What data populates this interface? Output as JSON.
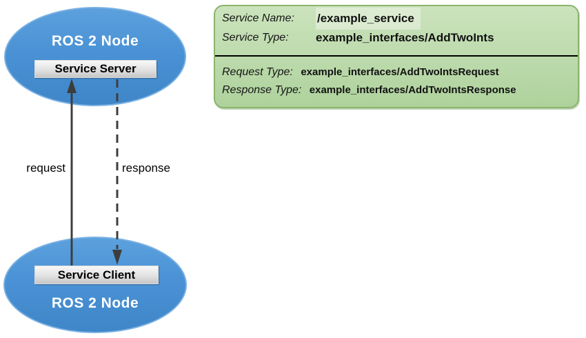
{
  "colors": {
    "node-blue": "#4a92d5",
    "node-blue-light": "#5ca1dd",
    "node-blue-edge": "#7ab1e2",
    "node-text": "#ffffff",
    "port-bg-top": "#f8f8f8",
    "port-bg-mid": "#e2e2e2",
    "port-bg-bottom": "#c6c6c6",
    "port-border": "#dcdcdc",
    "arrow-dark": "#3d3d3d",
    "card-green-top": "#cce3bd",
    "card-green-bottom": "#aed29c",
    "card-green-border": "#8ab46c",
    "card-divider": "#000000",
    "text-dark": "#111111"
  },
  "server_node": {
    "title": "ROS 2 Node",
    "port_label": "Service Server"
  },
  "client_node": {
    "title": "ROS 2 Node",
    "port_label": "Service Client"
  },
  "edges": {
    "request_label": "request",
    "response_label": "response"
  },
  "info_card": {
    "rows_top": [
      {
        "label": "Service Name:",
        "value": "/example_service"
      },
      {
        "label": "Service Type:",
        "value": "example_interfaces/AddTwoInts"
      }
    ],
    "rows_bottom": [
      {
        "label": "Request Type:",
        "value": "example_interfaces/AddTwoIntsRequest"
      },
      {
        "label": "Response Type:",
        "value": "example_interfaces/AddTwoIntsResponse"
      }
    ]
  }
}
